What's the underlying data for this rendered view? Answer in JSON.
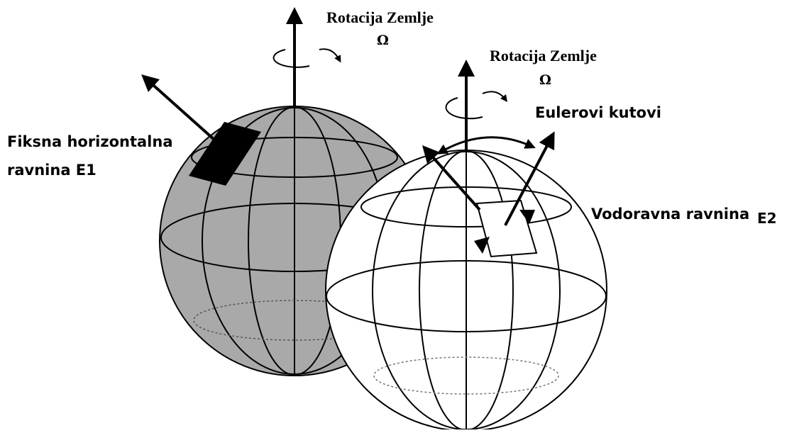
{
  "labels": {
    "rotation_1": "Rotacija Zemlje",
    "omega_1": "Ω",
    "rotation_2": "Rotacija Zemlje",
    "omega_2": "Ω",
    "euler": "Eulerovi kutovi",
    "fixed_plane_line1": "Fiksna horizontalna",
    "fixed_plane_line2": "ravnina E1",
    "level_plane": "Vodoravna ravnina",
    "level_plane_suffix": "E2"
  },
  "colors": {
    "background": "#ffffff",
    "left_globe_fill": "#a9a9a9",
    "right_globe_fill": "#ffffff",
    "line": "#000000"
  }
}
